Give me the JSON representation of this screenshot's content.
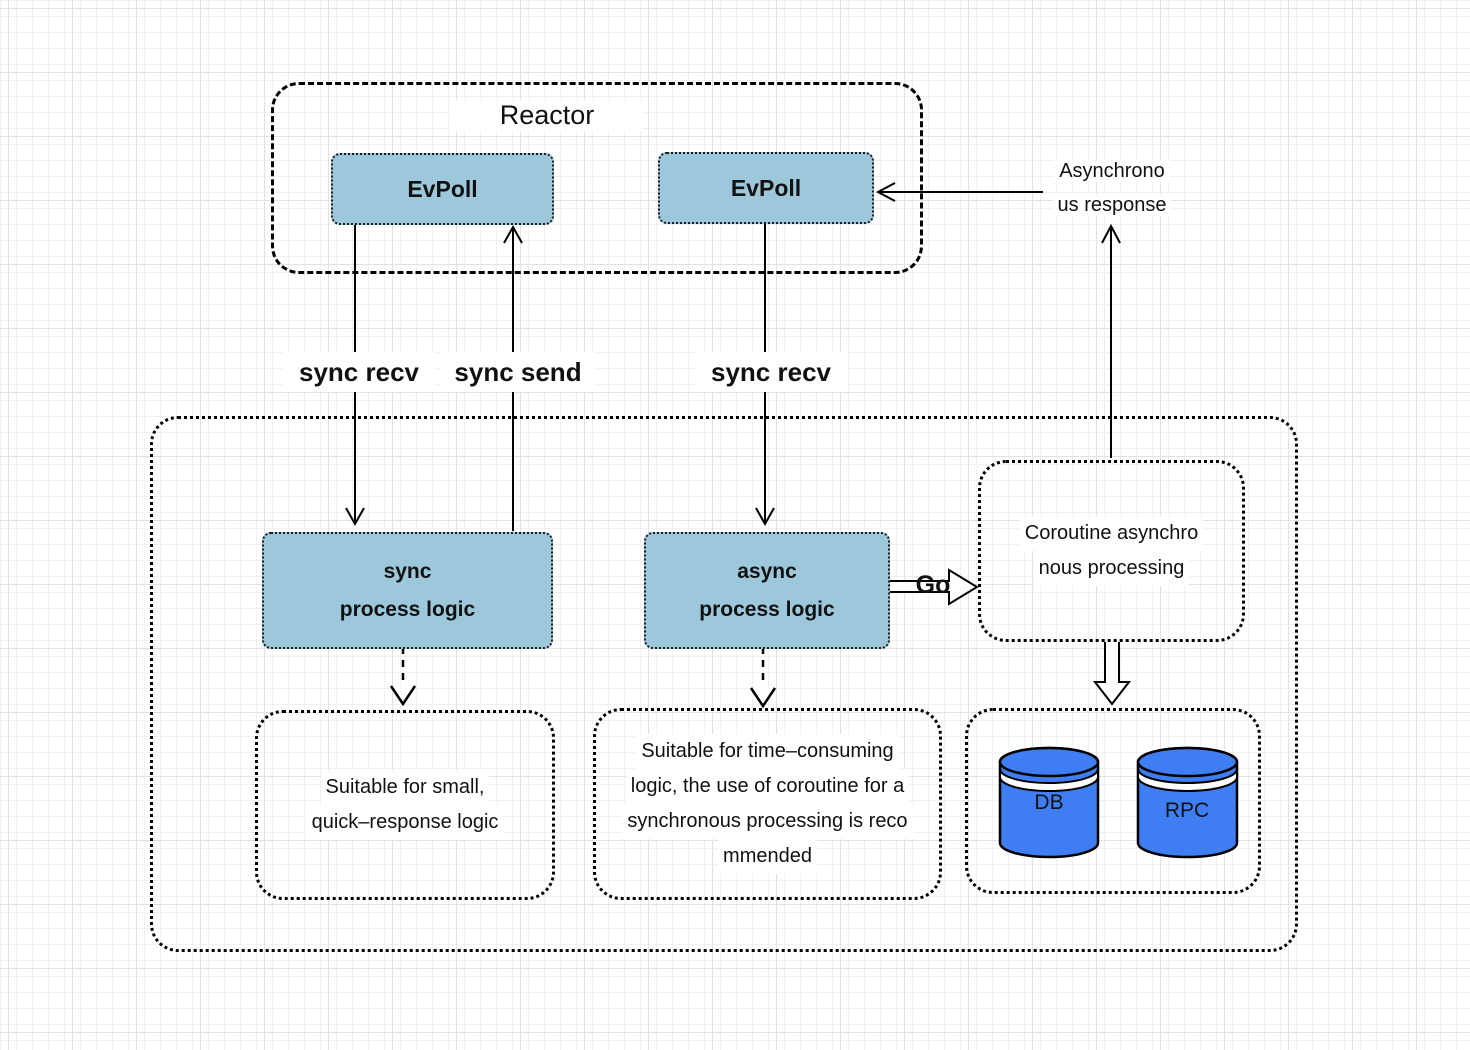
{
  "colors": {
    "box_blue": "#9dc7da",
    "cylinder_blue": "#3e7ef2",
    "line": "#000000"
  },
  "reactor": {
    "title": "Reactor",
    "evpoll_left": "EvPoll",
    "evpoll_right": "EvPoll"
  },
  "arrow_labels": {
    "sync_recv_left": "sync recv",
    "sync_send": "sync send",
    "sync_recv_right": "sync recv",
    "go": "Go"
  },
  "async_response": {
    "line1": "Asynchrono",
    "line2": "us response"
  },
  "boxes": {
    "sync_process": {
      "line1": "sync",
      "line2": "process logic"
    },
    "async_process": {
      "line1": "async",
      "line2": "process logic"
    },
    "coroutine": {
      "line1": "Coroutine asynchro",
      "line2": "nous processing"
    },
    "small_note": {
      "line1": "Suitable for small,",
      "line2": "quick–response logic"
    },
    "time_note": {
      "line1": "Suitable for time–consuming",
      "line2": "logic, the use of coroutine for a",
      "line3": "synchronous processing is reco",
      "line4": "mmended"
    },
    "db": "DB",
    "rpc": "RPC"
  }
}
